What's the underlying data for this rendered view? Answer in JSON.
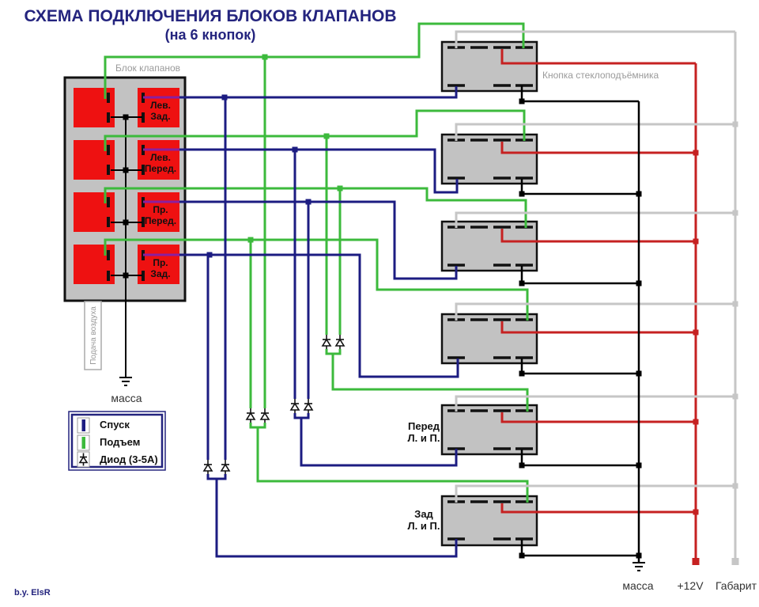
{
  "title": {
    "line1": "СХЕМА ПОДКЛЮЧЕНИЯ БЛОКОВ КЛАПАНОВ",
    "line2": "(на 6 кнопок)"
  },
  "valve_block": {
    "caption": "Блок клапанов",
    "air_supply": "Подача воздуха",
    "ground_label": "масса",
    "valves": [
      {
        "line1": "Лев.",
        "line2": "Зад."
      },
      {
        "line1": "Лев.",
        "line2": "Перед."
      },
      {
        "line1": "Пр.",
        "line2": "Перед."
      },
      {
        "line1": "Пр.",
        "line2": "Зад."
      }
    ]
  },
  "buttons": {
    "caption": "Кнопка стеклоподъёмника",
    "count": 6,
    "group_labels": [
      {
        "line1": "Перед",
        "line2": "Л. и П."
      },
      {
        "line1": "Зад",
        "line2": "Л. и П."
      }
    ]
  },
  "legend": {
    "items": [
      {
        "icon": "lower-bar-icon",
        "label": "Спуск"
      },
      {
        "icon": "lift-bar-icon",
        "label": "Подъем"
      },
      {
        "icon": "diode-icon",
        "label": "Диод (3-5А)"
      }
    ]
  },
  "terminals": {
    "ground_label": "масса",
    "power_label": "+12V",
    "marker_label": "Габарит"
  },
  "footer": "b.y. ElsR",
  "colors": {
    "title_navy": "#24247E",
    "valve_red": "#EE1111",
    "block_gray": "#C2C2C2",
    "wire_lift_green": "#3CBA3C",
    "wire_lower_blue": "#1C1C82",
    "wire_inner_purple": "#8A1FA0",
    "wire_power_red": "#C62121",
    "wire_marker_gray": "#C6C6C6",
    "wire_ground_black": "#000000",
    "caption_gray": "#9A9A9A"
  }
}
